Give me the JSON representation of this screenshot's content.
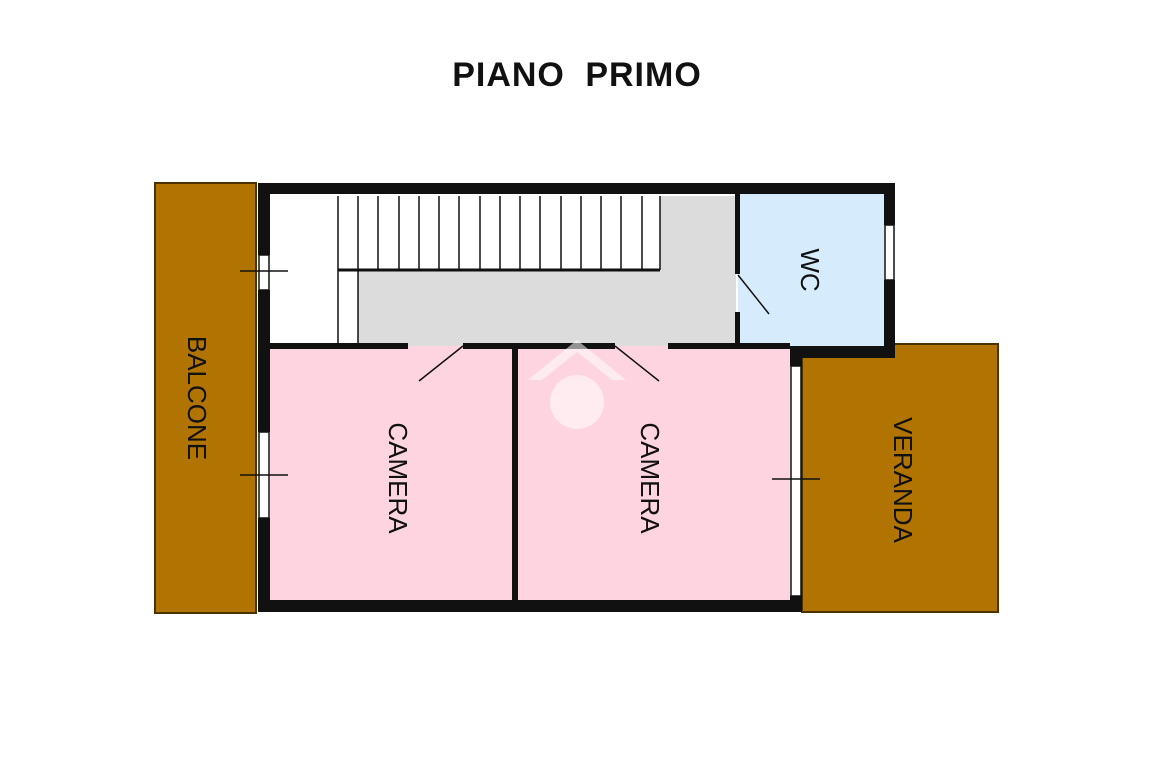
{
  "title": "PIANO  PRIMO",
  "rooms": {
    "balcone": "BALCONE",
    "camera_left": "CAMERA",
    "camera_right": "CAMERA",
    "wc": "WC",
    "veranda": "VERANDA"
  },
  "colors": {
    "wall": "#111111",
    "bedroom": "#fdd4df",
    "bath": "#d6ebfc",
    "corridor": "#dcdcdc",
    "outdoor": "#b27400",
    "outdoor_border": "#4a3300",
    "watermark": "#ffffff"
  },
  "icons": {
    "watermark": "house-logo-icon"
  }
}
